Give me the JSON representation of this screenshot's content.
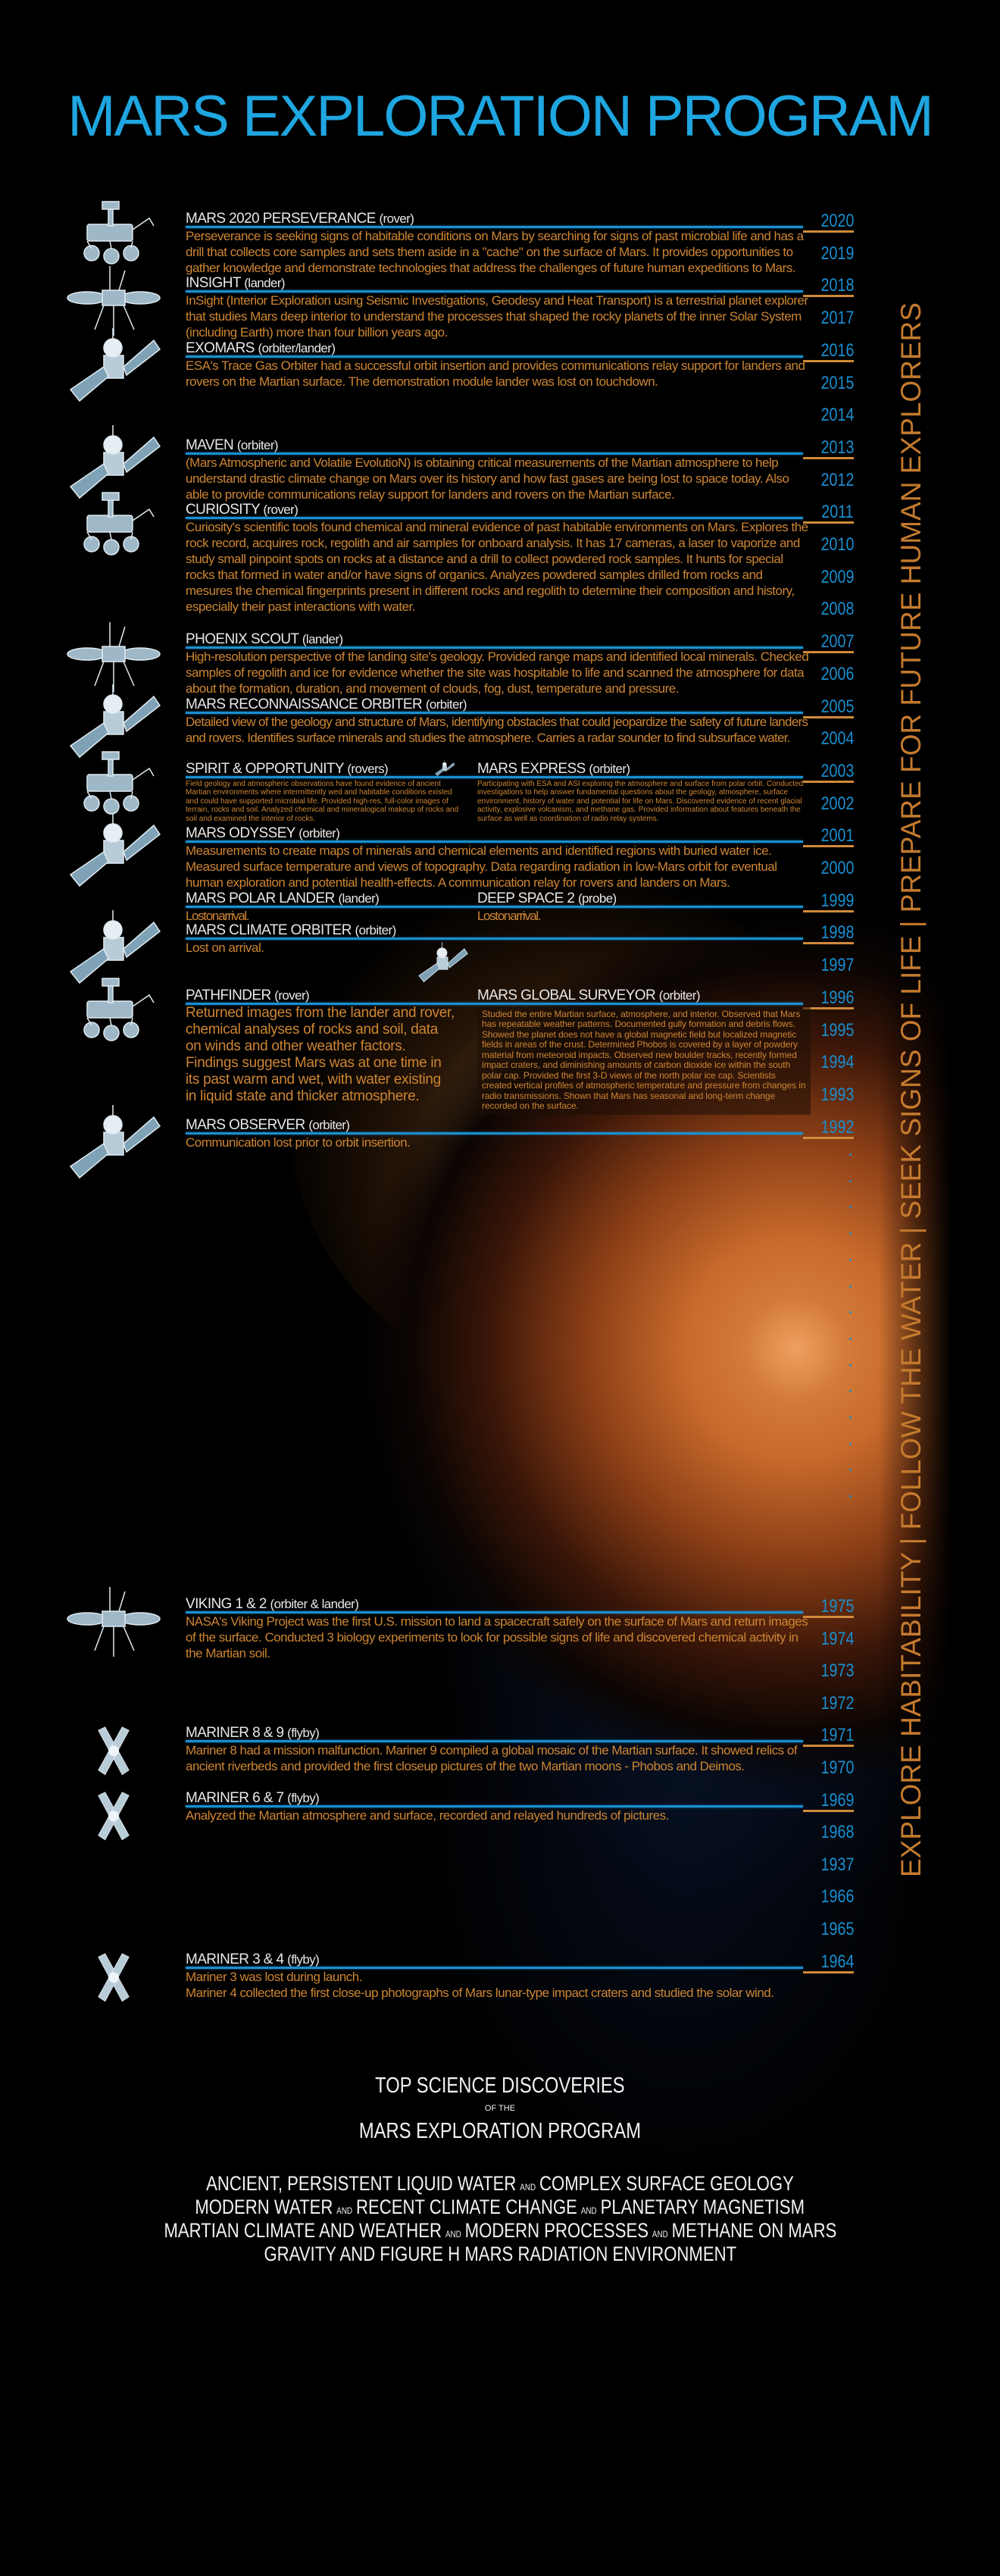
{
  "header": {
    "title": "MARS EXPLORATION PROGRAM"
  },
  "colors": {
    "accent_blue": "#1a8fd0",
    "accent_orange": "#cd8533",
    "heading": "#e8e8e8"
  },
  "tagline": "EXPLORE HABITABILITY | FOLLOW THE WATER | SEEK SIGNS OF LIFE | PREPARE FOR FUTURE HUMAN EXPLORERS",
  "years_upper": [
    "2020",
    "2019",
    "2018",
    "2017",
    "2016",
    "2015",
    "2014",
    "2013",
    "2012",
    "2011",
    "2010",
    "2009",
    "2008",
    "2007",
    "2006",
    "2005",
    "2004",
    "2003",
    "2002",
    "2001",
    "2000",
    "1999",
    "1998",
    "1997",
    "1996",
    "1995",
    "1994",
    "1993",
    "1992"
  ],
  "years_lower": [
    "1975",
    "1974",
    "1973",
    "1972",
    "1971",
    "1970",
    "1969",
    "1968",
    "1937",
    "1966",
    "1965",
    "1964"
  ],
  "missions": [
    {
      "name": "MARS 2020 PERSEVERANCE",
      "type": "(rover)",
      "year": "2020",
      "col": "left",
      "size": "normal",
      "icon": "rover",
      "desc": "Perseverance is seeking signs of habitable conditions on Mars by searching for signs of past microbial life and has a drill that collects core samples and sets them aside in a \"cache\" on the surface of Mars. It provides opportunities to gather knowledge and demonstrate technologies that address the challenges of future human expeditions to Mars."
    },
    {
      "name": "INSIGHT",
      "type": "(lander)",
      "year": "2018",
      "col": "left",
      "size": "normal",
      "icon": "lander",
      "desc": "InSight (Interior Exploration using Seismic Investigations, Geodesy and Heat Transport) is a terrestrial planet explorer that studies Mars deep interior to understand the processes that shaped the rocky planets of the inner Solar System (including Earth) more than four billion years ago."
    },
    {
      "name": "EXOMARS",
      "type": "(orbiter/lander)",
      "year": "2016",
      "col": "left",
      "size": "normal",
      "icon": "orbiter",
      "desc": "ESA's Trace Gas Orbiter had a successful orbit insertion and provides communications relay support for landers and rovers on the Martian surface. The demonstration module lander was lost on touchdown."
    },
    {
      "name": "MAVEN",
      "type": "(orbiter)",
      "year": "2013",
      "col": "left",
      "size": "normal",
      "icon": "orbiter",
      "desc": "(Mars Atmospheric and Volatile EvolutioN) is obtaining critical measurements of the Martian atmosphere to help understand drastic climate change on Mars over its history and how fast gases are being lost to space today. Also able to provide communications relay support for landers and rovers on the Martian surface."
    },
    {
      "name": "CURIOSITY",
      "type": "(rover)",
      "year": "2011",
      "col": "left",
      "size": "normal",
      "icon": "rover",
      "desc": "Curiosity's scientific tools found chemical and mineral evidence of past habitable environments on Mars. Explores the rock record, acquires rock, regolith and air samples for onboard analysis. It has 17 cameras, a laser to vaporize and study small pinpoint spots on rocks at a distance and a drill to collect powdered rock samples. It hunts for special rocks that formed in water and/or have signs of organics. Analyzes powdered samples drilled from rocks and mesures the chemical fingerprints present in different rocks and regolith to determine their composition and history, especially their past interactions with water."
    },
    {
      "name": "PHOENIX SCOUT",
      "type": "(lander)",
      "year": "2007",
      "col": "left",
      "size": "normal",
      "icon": "lander",
      "desc": "High-resolution perspective of the landing site's geology. Provided range maps and identified local minerals. Checked samples of regolith and ice for evidence whether the site was hospitable to life and scanned the atmosphere for data about the formation, duration, and movement of clouds, fog, dust, temperature and pressure."
    },
    {
      "name": "MARS RECONNAISSANCE ORBITER",
      "type": "(orbiter)",
      "year": "2005",
      "col": "left",
      "size": "normal",
      "icon": "orbiter",
      "desc": "Detailed view of the geology and structure of Mars, identifying obstacles that could jeopardize the safety of future landers and rovers. Identifies surface minerals and studies the atmosphere. Carries a radar sounder to find subsurface water."
    },
    {
      "name": "SPIRIT & OPPORTUNITY",
      "type": "(rovers)",
      "year": "2003",
      "col": "left",
      "size": "small",
      "icon": "rover",
      "desc": "Field geology and atmospheric observations have found evidence of ancient Martian environments where intermittently wed and habitable conditions existed and could have supported microbial life. Provided high-res, full-color images of terrain, rocks and soil. Analyzed chemical and mineralogical makeup of rocks and soil and examined the interior of rocks."
    },
    {
      "name": "MARS EXPRESS",
      "type": "(orbiter)",
      "year": "2003",
      "col": "right",
      "size": "small",
      "icon": "orbiter",
      "desc": "Participating with ESA and ASI exploring the atmosphere and surface from polar orbit. Conducted investigations to help answer fundamental questions about the geology, atmosphere, surface environment, history of water and potential for life on Mars. Discovered evidence of recent glacial activity, explosive volcanism, and methane gas. Provided information about features beneath the surface as well as coordination of radio relay systems."
    },
    {
      "name": "MARS ODYSSEY",
      "type": "(orbiter)",
      "year": "2001",
      "col": "left",
      "size": "normal",
      "icon": "orbiter",
      "desc": "Measurements to create maps of minerals and chemical elements and identified regions with buried water ice. Measured surface temperature and views of topography. Data regarding radiation in low-Mars orbit for eventual human exploration and potential health-effects. A communication relay for rovers and landers on Mars."
    },
    {
      "name": "MARS POLAR LANDER",
      "type": "(lander)",
      "year": "1999",
      "col": "left",
      "size": "normal",
      "icon": "",
      "desc": "Lost on arrival."
    },
    {
      "name": "DEEP SPACE 2",
      "type": "(probe)",
      "year": "1999",
      "col": "right",
      "size": "normal",
      "icon": "",
      "desc": "Lost on arrival."
    },
    {
      "name": "MARS CLIMATE ORBITER",
      "type": "(orbiter)",
      "year": "1998",
      "col": "left",
      "size": "normal",
      "icon": "orbiter",
      "desc": "Lost on arrival."
    },
    {
      "name": "PATHFINDER",
      "type": "(rover)",
      "year": "1996",
      "col": "left",
      "size": "large",
      "icon": "rover",
      "desc": "Returned images from the lander and rover, chemical analyses of rocks and soil, data on winds and other weather factors. Findings suggest Mars was at one time in its past warm and wet, with water existing in liquid state and thicker atmosphere."
    },
    {
      "name": "MARS GLOBAL SURVEYOR",
      "type": "(orbiter)",
      "year": "1996",
      "col": "right",
      "size": "med",
      "icon": "orbiter",
      "desc": "Studied the entire Martian surface, atmosphere, and interior. Observed that Mars has repeatable weather patterns. Documented gully formation and debris flows. Showed the planet does not have a global magnetic field but localized magnetic fields in areas of the crust. Determined Phobos is covered by a layer of powdery material from meteoroid impacts. Observed new boulder tracks, recently formed impact craters, and diminishing amounts of carbon dioxide ice within the south polar cap. Provided the first 3-D views of the north polar ice cap. Scientists created vertical profiles of atmospheric temperature and pressure from changes in radio transmissions. Shown that Mars has seasonal and long-term change recorded on the surface."
    },
    {
      "name": "MARS OBSERVER",
      "type": "(orbiter)",
      "year": "1992",
      "col": "left",
      "size": "normal",
      "icon": "orbiter",
      "desc": "Communication lost prior to orbit insertion."
    },
    {
      "name": "VIKING 1 & 2",
      "type": "(orbiter & lander)",
      "year": "1975",
      "col": "left",
      "size": "normal",
      "icon": "lander",
      "desc": "NASA's Viking Project was the first U.S. mission to land a spacecraft safely on the surface of Mars and return images of the surface. Conducted 3 biology experiments to look for possible signs of life and discovered chemical activity in the Martian soil."
    },
    {
      "name": "MARINER 8 & 9",
      "type": "(flyby)",
      "year": "1971",
      "col": "left",
      "size": "normal",
      "icon": "flyby",
      "desc": "Mariner 8 had a mission malfunction. Mariner 9 compiled a global mosaic of the Martian surface. It showed relics of ancient riverbeds and provided the first closeup pictures of the two Martian moons - Phobos and Deimos."
    },
    {
      "name": "MARINER 6 & 7",
      "type": "(flyby)",
      "year": "1969",
      "col": "left",
      "size": "normal",
      "icon": "flyby",
      "desc": "Analyzed the Martian atmosphere and surface, recorded and relayed hundreds of pictures."
    },
    {
      "name": "MARINER 3 & 4",
      "type": "(flyby)",
      "year": "1964",
      "col": "left",
      "size": "normal",
      "icon": "flyby",
      "desc": "Mariner 3 was lost during launch.\nMariner 4 collected the first close-up photographs of Mars lunar-type impact craters and studied the solar wind."
    }
  ],
  "discoveries": {
    "title": "TOP SCIENCE DISCOVERIES",
    "of_the": "OF THE",
    "program": "MARS EXPLORATION PROGRAM",
    "conjunction": "AND",
    "lines": [
      [
        "ANCIENT, PERSISTENT LIQUID WATER",
        "COMPLEX SURFACE GEOLOGY"
      ],
      [
        "MODERN WATER",
        "RECENT CLIMATE CHANGE",
        "PLANETARY MAGNETISM"
      ],
      [
        "MARTIAN CLIMATE AND WEATHER",
        "MODERN PROCESSES",
        "METHANE ON MARS"
      ],
      [
        "GRAVITY AND FIGURE H MARS RADIATION ENVIRONMENT"
      ]
    ]
  }
}
